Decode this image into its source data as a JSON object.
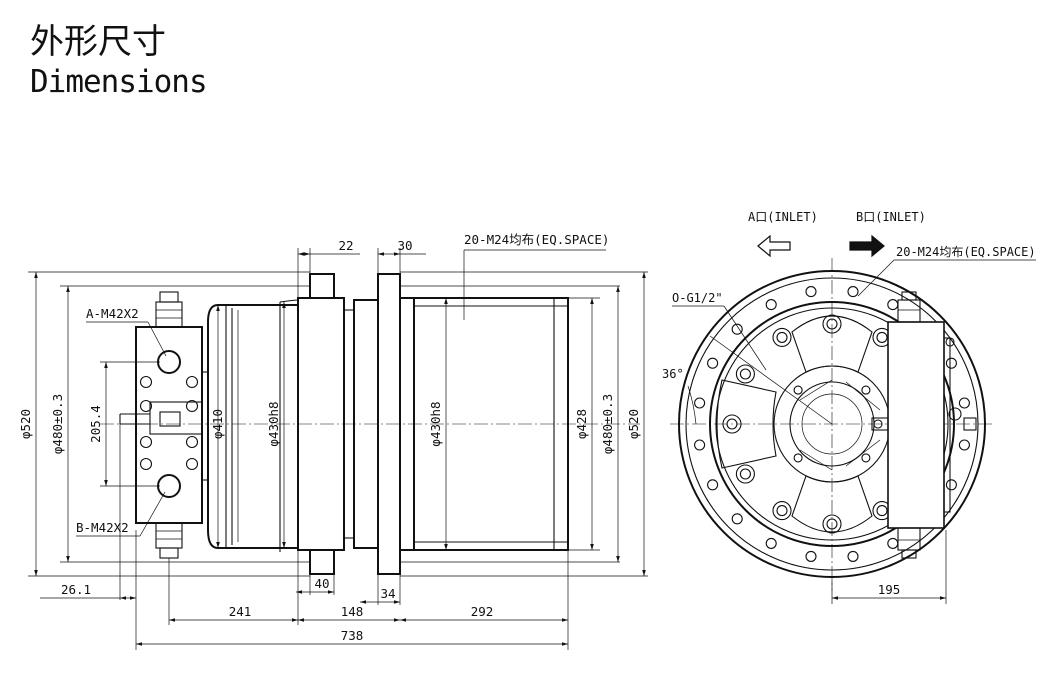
{
  "title": {
    "chinese": "外形尺寸",
    "english": "Dimensions"
  },
  "side_view": {
    "port_a": "A-M42X2",
    "port_b": "B-M42X2",
    "bolt_spec_top": "20-M24均布(EQ.SPACE)",
    "dims_top": {
      "d22": "22",
      "d30": "30"
    },
    "dims_vertical": {
      "d520_left": "φ520",
      "d480_left": "φ480±0.3",
      "d205": "205.4",
      "d410": "φ410",
      "d430_left": "φ430h8",
      "d430_right": "φ430h8",
      "d428": "φ428",
      "d480_right": "φ480±0.3",
      "d520_right": "φ520"
    },
    "dims_bottom": {
      "d26": "26.1",
      "d40": "40",
      "d34": "34",
      "d241": "241",
      "d148": "148",
      "d292": "292",
      "d738": "738"
    }
  },
  "front_view": {
    "port_a_inlet": "A口(INLET)",
    "port_b_inlet": "B口(INLET)",
    "bolt_spec": "20-M24均布(EQ.SPACE)",
    "drain_port": "O-G1/2\"",
    "angle": "36°",
    "dim_195": "195"
  },
  "colors": {
    "line": "#111111",
    "background": "#ffffff"
  }
}
